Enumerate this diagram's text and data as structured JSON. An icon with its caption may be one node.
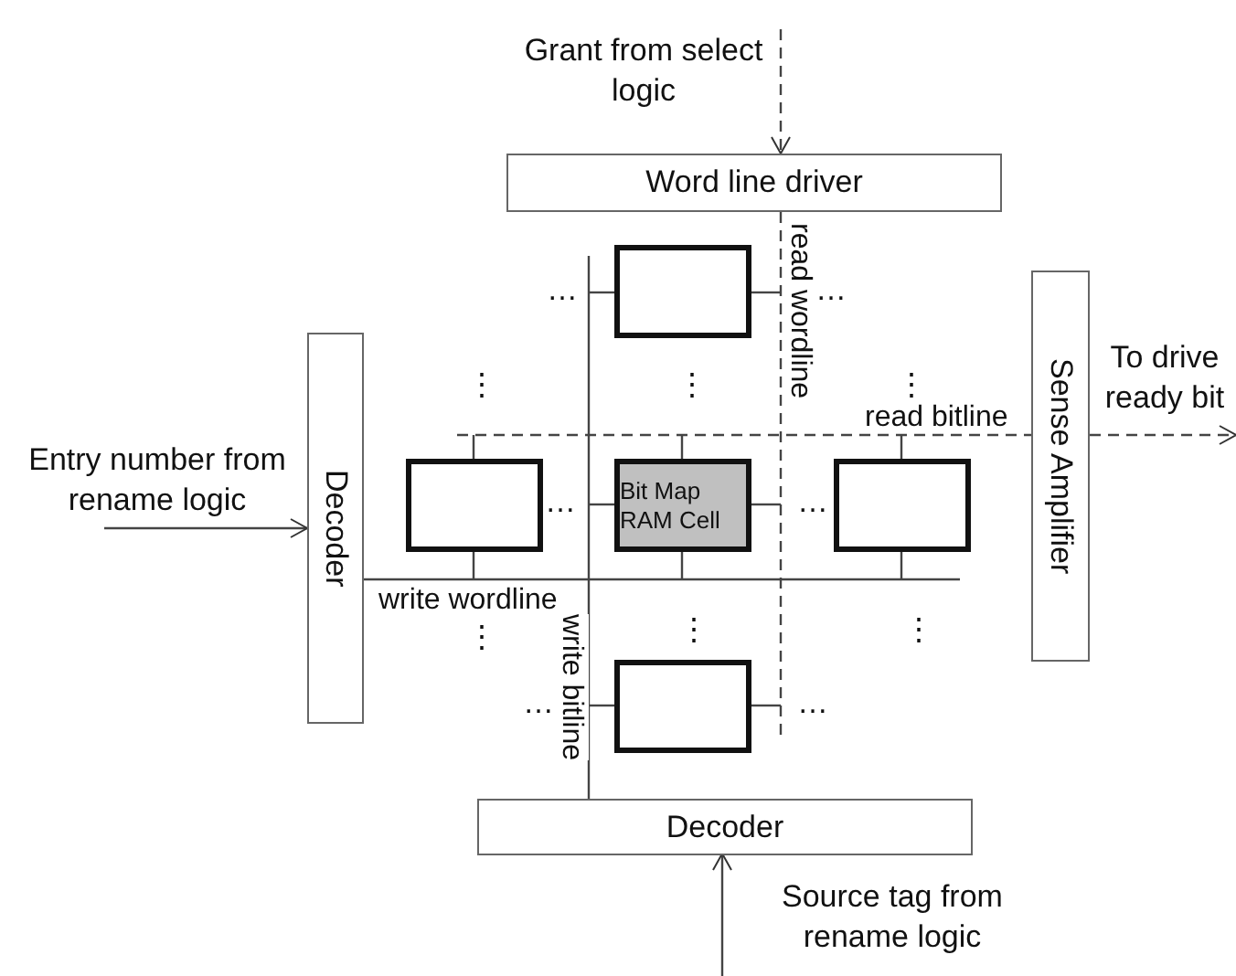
{
  "diagram": {
    "nodes": [
      {
        "text": [
          "Grant from select logic"
        ]
      },
      {
        "text": [
          "Word line driver"
        ]
      },
      {
        "text": [
          "Entry number from rename logic"
        ]
      },
      {
        "text": [
          "Decoder"
        ]
      },
      {
        "text": [],
        "shape": "box"
      },
      {
        "text": [],
        "shape": "box"
      },
      {
        "text": [
          "Bit Map RAM Cell"
        ]
      },
      {
        "text": [],
        "shape": "box"
      },
      {
        "text": [],
        "shape": "box"
      },
      {
        "text": [
          "Sense Amplifier"
        ]
      },
      {
        "text": [
          "To drive ready bit"
        ]
      },
      {
        "text": [
          "Decoder"
        ]
      }
    ],
    "edges": [
      {
        "from": 0,
        "to": 1,
        "arrow": "to",
        "style": "dashed"
      },
      {
        "from": 1,
        "to": null,
        "arrow": "none",
        "style": "dashed",
        "label": "read wordline"
      },
      {
        "from": 2,
        "to": 3,
        "arrow": "to"
      },
      {
        "from": null,
        "to": 9,
        "arrow": "none",
        "style": "dashed",
        "label": "read bitline"
      },
      {
        "from": 9,
        "to": 10,
        "arrow": "to",
        "style": "dashed"
      },
      {
        "from": 3,
        "to": null,
        "arrow": "none",
        "label": "write wordline"
      },
      {
        "from": 11,
        "to": null,
        "arrow": "none",
        "label": "write bitline"
      },
      {
        "from": null,
        "to": 11,
        "arrow": "to",
        "label": "Source tag from rename logic"
      },
      {
        "from": 4,
        "to": null,
        "arrow": "none"
      },
      {
        "from": 4,
        "to": null,
        "arrow": "none"
      },
      {
        "from": 6,
        "to": null,
        "arrow": "none"
      },
      {
        "from": 6,
        "to": null,
        "arrow": "none"
      },
      {
        "from": 8,
        "to": null,
        "arrow": "none"
      },
      {
        "from": 8,
        "to": null,
        "arrow": "none"
      },
      {
        "from": 5,
        "to": null,
        "arrow": "none"
      },
      {
        "from": 5,
        "to": null,
        "arrow": "none"
      },
      {
        "from": 6,
        "to": null,
        "arrow": "none"
      },
      {
        "from": 6,
        "to": null,
        "arrow": "none"
      },
      {
        "from": 7,
        "to": null,
        "arrow": "none"
      },
      {
        "from": 7,
        "to": null,
        "arrow": "none"
      }
    ],
    "labels": [
      "…",
      "…",
      "⋮",
      "⋮",
      "⋮",
      "…",
      "…",
      "⋮",
      "⋮",
      "⋮",
      "…",
      "…"
    ]
  }
}
